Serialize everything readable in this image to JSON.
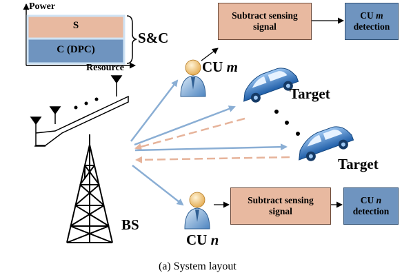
{
  "resource_chart": {
    "y_label": "Power",
    "x_label": "Resource",
    "top_block": "S",
    "bottom_block": "C (DPC)",
    "brace_label": "S&C"
  },
  "bs_label": "BS",
  "cu_m": {
    "prefix": "CU ",
    "var": "m"
  },
  "cu_n": {
    "prefix": "CU ",
    "var": "n"
  },
  "targets": [
    "Target",
    "Target"
  ],
  "box_m": {
    "line1": "Subtract sensing",
    "line2": "signal"
  },
  "box_n": {
    "line1": "Subtract sensing",
    "line2": "signal"
  },
  "det_m": {
    "line1": "CU ",
    "var": "m",
    "line2": "detection"
  },
  "det_n": {
    "line1": "CU ",
    "var": "n",
    "line2": "detection"
  },
  "caption": "(a) System layout",
  "colors": {
    "peach": "#e8b9a0",
    "blue": "#6f94bf",
    "arrow_blue": "#8aaed4",
    "arrow_peach": "#e6b39a"
  }
}
